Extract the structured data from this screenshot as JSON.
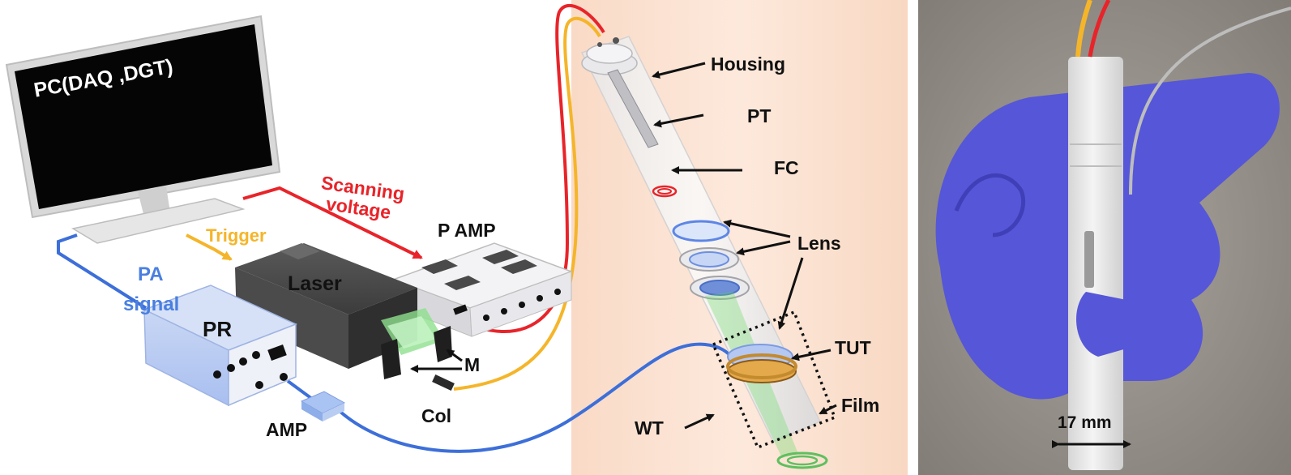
{
  "labels": {
    "pc": "PC(DAQ ,DGT)",
    "scanning": "Scanning",
    "voltage": "voltage",
    "trigger": "Trigger",
    "pamp": "P AMP",
    "laser": "Laser",
    "pa": "PA",
    "signal": "signal",
    "pr": "PR",
    "amp": "AMP",
    "m": "M",
    "col": "Col",
    "housing": "Housing",
    "pt": "PT",
    "fc": "FC",
    "lens": "Lens",
    "tut": "TUT",
    "film": "Film",
    "wt": "WT",
    "scale": "17 mm"
  },
  "colors": {
    "scanning_wire": "#e8242a",
    "trigger_wire": "#f5b52a",
    "signal_wire": "#3d6fd9",
    "pa_text": "#4a7fe0",
    "probe_bg": "#fbe3d2",
    "glove": "#5656d8",
    "laser_green": "#6bd96b"
  }
}
